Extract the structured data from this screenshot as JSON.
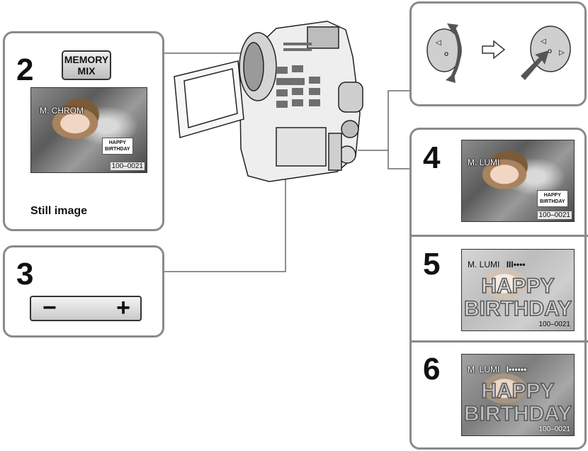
{
  "steps": {
    "s2": "2",
    "s3": "3",
    "s4": "4",
    "s5": "5",
    "s6": "6"
  },
  "memory_mix_button": {
    "line1": "MEMORY",
    "line2": "MIX"
  },
  "panel2": {
    "overlay_mode": "M. CHROM",
    "stamp_line1": "HAPPY",
    "stamp_line2": "BIRTHDAY",
    "counter": "100–0021",
    "caption": "Still image"
  },
  "panel3": {
    "minus": "−",
    "plus": "+"
  },
  "panel4": {
    "overlay_mode": "M. LUMI",
    "stamp_line1": "HAPPY",
    "stamp_line2": "BIRTHDAY",
    "counter": "100–0021"
  },
  "panel5": {
    "overlay_mode": "M. LUMI",
    "level": "III••••",
    "line1": "HAPPY",
    "line2": "BIRTHDAY",
    "counter": "100–0021"
  },
  "panel6": {
    "overlay_mode": "M. LUMI",
    "level": "I••••••",
    "line1": "HAPPY",
    "line2": "BIRTHDAY",
    "counter": "100–0021"
  },
  "colors": {
    "panel_border": "#8a8a8a",
    "connector": "#6a6a6a",
    "arrow_fill": "#555555"
  },
  "icons": [
    "control-dial-rotate-icon",
    "hollow-arrow-right-icon",
    "control-dial-press-icon",
    "camcorder-illustration"
  ]
}
